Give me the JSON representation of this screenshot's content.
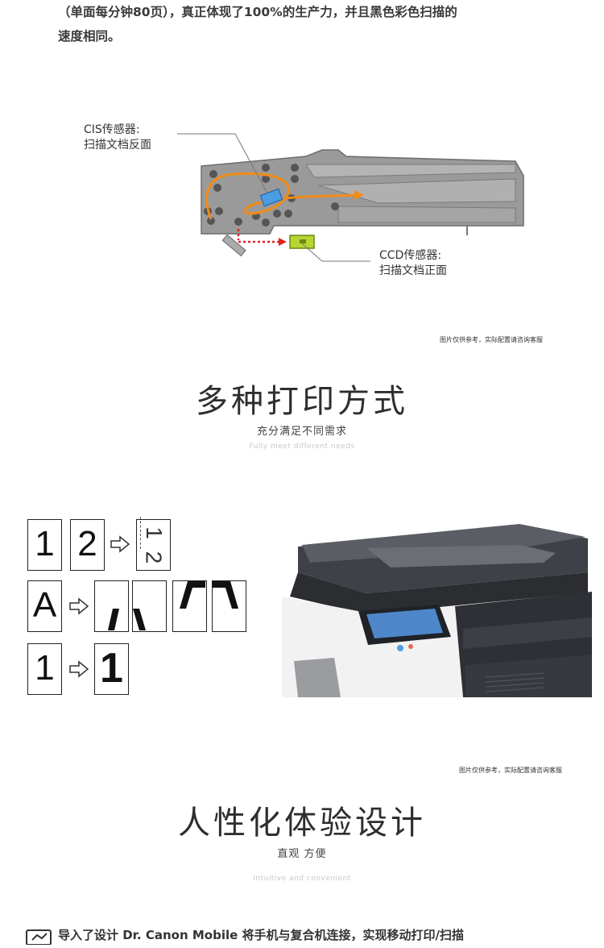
{
  "intro": {
    "line1": "（单面每分钟80页），真正体现了100%的生产力，并且黑色彩色扫描的",
    "line2": "速度相同。"
  },
  "scanner_diagram": {
    "cis_label_line1": "CIS传感器:",
    "cis_label_line2": "扫描文档反面",
    "ccd_label_line1": "CCD传感器:",
    "ccd_label_line2": "扫描文档正面",
    "colors": {
      "path": "#f28c16",
      "cis": "#4a9de0",
      "ccd": "#b8d432",
      "red_path": "#e02020",
      "body": "#9a9a9a"
    }
  },
  "note1": "图片仅供参考，实际配置请咨询客服",
  "section_print": {
    "title": "多种打印方式",
    "subtitle": "充分满足不同需求",
    "subtitle_en": "Fully meet different needs"
  },
  "print_modes": {
    "row1": {
      "a": "1",
      "b": "2",
      "c_top": "1",
      "c_bottom": "2"
    },
    "row2": {
      "a": "A"
    },
    "row3": {
      "a": "1",
      "b": "1"
    },
    "arrow_icon": "arrow-right-outline-icon"
  },
  "note2": "图片仅供参考，实际配置请咨询客服",
  "section_ux": {
    "title": "人性化体验设计",
    "subtitle": "直观 方便",
    "subtitle_en": "Intuitive and convenient"
  },
  "bottom_text": "导入了设计 Dr. Canon Mobile 将手机与复合机连接，实现移动打印/扫描"
}
